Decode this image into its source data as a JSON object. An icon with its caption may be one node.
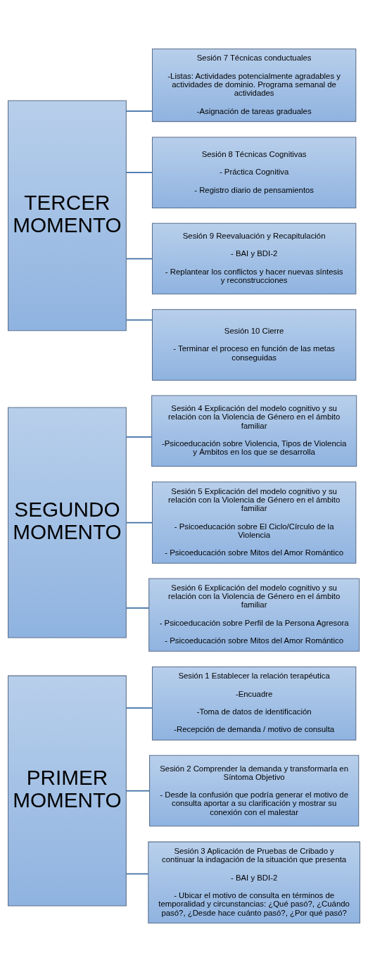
{
  "diagram": {
    "nodes": [
      {
        "text": [
          "PRIMER MOMENTO"
        ]
      },
      {
        "text": [
          "Sesión 1 Establecer la relación terapéutica",
          "-Encuadre",
          "-Toma de datos de identificación",
          "-Recepción de demanda / motivo de consulta"
        ]
      },
      {
        "text": [
          "Sesión 2 Comprender la demanda y transformarla en Síntoma Objetivo",
          "- Desde la confusión que podría generar el motivo de consulta aportar a su clarificación y mostrar su conexión con el malestar"
        ]
      },
      {
        "text": [
          "Sesión 3 Aplicación de Pruebas de Cribado y continuar la indagación de la situación que presenta",
          "- BAI y BDI-2",
          "- Ubicar el motivo de consulta en términos de temporalidad y circunstancias: ¿Qué pasó?, ¿Cuándo pasó?, ¿Desde hace cuánto pasó?, ¿Por qué pasó?"
        ]
      },
      {
        "text": [
          "SEGUNDO MOMENTO"
        ]
      },
      {
        "text": [
          "Sesión 4 Explicación del modelo cognitivo y su relación con la Violencia de Género en el ámbito familiar",
          "-Psicoeducación sobre Violencia, Tipos de Violencia y Ámbitos en los que se desarrolla"
        ]
      },
      {
        "text": [
          "Sesión 5 Explicación del modelo cognitivo y su relación con la Violencia de Género en el ámbito familiar",
          "- Psicoeducación sobre El Ciclo/Círculo de la Violencia",
          "- Psicoeducación sobre Mitos del Amor Romántico"
        ]
      },
      {
        "text": [
          "Sesión 6 Explicación del modelo cognitivo y su relación con la Violencia de Género en el ámbito familiar",
          "- Psicoeducación sobre Perfil de la Persona Agresora",
          "- Psicoeducación sobre Mitos del Amor Romántico"
        ]
      },
      {
        "text": [
          "TERCER MOMENTO"
        ]
      },
      {
        "text": [
          "Sesión 7 Técnicas conductuales",
          "-Listas: Actividades potencialmente agradables y actividades de dominio. Programa semanal de actividades",
          "-Asignación de tareas graduales"
        ]
      },
      {
        "text": [
          "Sesión 8 Técnicas Cognitivas",
          "- Práctica Cognitiva",
          "- Registro diario de pensamientos"
        ]
      },
      {
        "text": [
          "Sesión 9 Reevaluación y Recapitulación",
          "- BAI y BDI-2",
          "- Replantear los conflictos y hacer nuevas síntesis y reconstrucciones"
        ]
      },
      {
        "text": [
          "Sesión 10 Cierre",
          "- Terminar el proceso en función de las metas conseguidas"
        ]
      }
    ],
    "edges": [
      {
        "from": 0,
        "to": 1,
        "arrow": "none"
      },
      {
        "from": 0,
        "to": 2,
        "arrow": "none"
      },
      {
        "from": 0,
        "to": 3,
        "arrow": "none"
      },
      {
        "from": 4,
        "to": 5,
        "arrow": "none"
      },
      {
        "from": 4,
        "to": 6,
        "arrow": "none"
      },
      {
        "from": 4,
        "to": 7,
        "arrow": "none"
      },
      {
        "from": 8,
        "to": 9,
        "arrow": "none"
      },
      {
        "from": 8,
        "to": 10,
        "arrow": "none"
      },
      {
        "from": 8,
        "to": 11,
        "arrow": "none"
      },
      {
        "from": 8,
        "to": 12,
        "arrow": "none"
      }
    ]
  }
}
